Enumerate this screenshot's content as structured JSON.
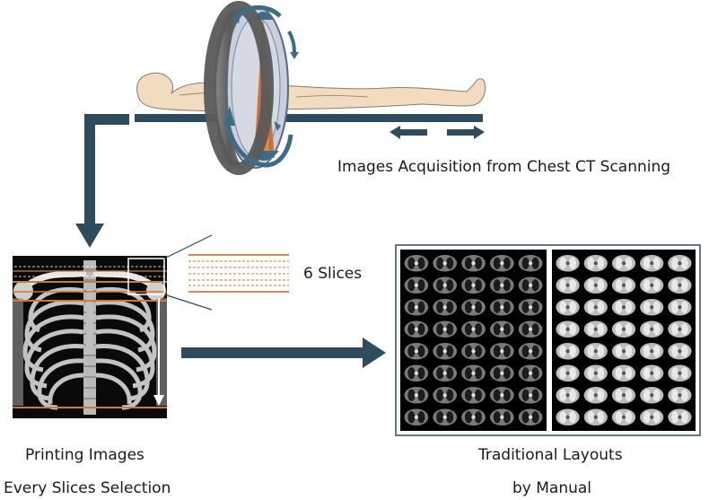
{
  "labels": {
    "acquisition": "Images Acquisition from Chest CT Scanning",
    "slices": "6 Slices",
    "printing_line1": "Printing Images",
    "printing_line2": "Every Slices Selection",
    "layout_line1": "Traditional Layouts",
    "layout_line2": "by Manual"
  },
  "colors": {
    "arrow": "#2f4b5e",
    "table": "#2f4b5e",
    "body_fill": "#f1dcc0",
    "body_stroke": "#8a7a66",
    "gantry": "#6b6b6b",
    "gantry_inner": "#c9cfdc",
    "beam": "#c8682a",
    "rotation": "#3d6d84",
    "slice_line": "#d07a32",
    "xray_bg": "#0a0a0a",
    "ct_bg": "#000000"
  },
  "grid": {
    "rows": 8,
    "cols_per_panel": 5,
    "panels": 2
  }
}
